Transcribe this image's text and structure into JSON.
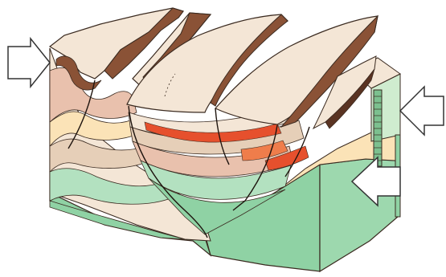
{
  "diagram": {
    "palette": {
      "background": "#ffffff",
      "basement_green": "#8fd2a4",
      "basement_green_light": "#b3e1c0",
      "pale_green": "#cfeccf",
      "rock_cream": "#f4e6d6",
      "rock_tan": "#e6cfb8",
      "rock_pink": "#e9c1ad",
      "rock_peach": "#fbe3b7",
      "rock_red": "#e6502d",
      "rock_orange": "#ef7d4b",
      "cliff_brown": "#8a5236",
      "cliff_brown_dark": "#5a3322",
      "outline": "#3a2a20",
      "arrow_fill": "#ffffff",
      "arrow_outline": "#333333"
    },
    "elements": [
      "block-left-face",
      "block-front-face",
      "block-right-face",
      "layered-strata",
      "red-marker-bed",
      "thrust-sheet-left",
      "thrust-sheet-middle",
      "thrust-sheet-right",
      "thrust-fault-lines",
      "compression-arrows",
      "drill-column"
    ],
    "arrows": [
      "compression-arrow-left",
      "compression-arrow-right-upper",
      "compression-arrow-right-lower"
    ]
  }
}
